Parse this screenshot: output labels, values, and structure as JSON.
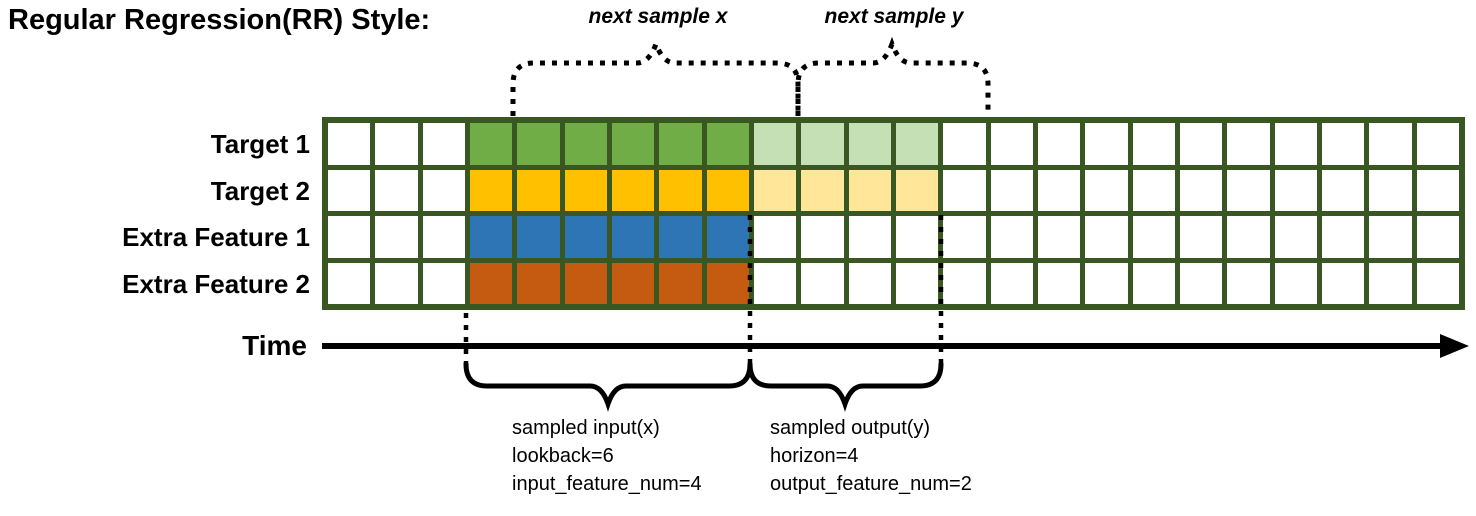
{
  "title": "Regular Regression(RR) Style:",
  "annotations": {
    "next_sample_x": "next sample x",
    "next_sample_y": "next sample y"
  },
  "grid": {
    "num_columns": 24,
    "input_start_col": 3,
    "lookback": 6,
    "horizon": 4,
    "border_color": "#385723",
    "cell_background": "#ffffff",
    "rows": [
      {
        "label": "Target 1",
        "input_color": "#70ad47",
        "output_color": "#c5e0b4"
      },
      {
        "label": "Target 2",
        "input_color": "#ffc000",
        "output_color": "#ffe699"
      },
      {
        "label": "Extra Feature 1",
        "input_color": "#2e75b6",
        "output_color": null
      },
      {
        "label": "Extra Feature 2",
        "input_color": "#c55a11",
        "output_color": null
      }
    ]
  },
  "time_axis": {
    "label": "Time"
  },
  "sample_labels": {
    "input": [
      "sampled input(x)",
      "lookback=6",
      "input_feature_num=4"
    ],
    "output": [
      "sampled output(y)",
      "horizon=4",
      "output_feature_num=2"
    ]
  }
}
